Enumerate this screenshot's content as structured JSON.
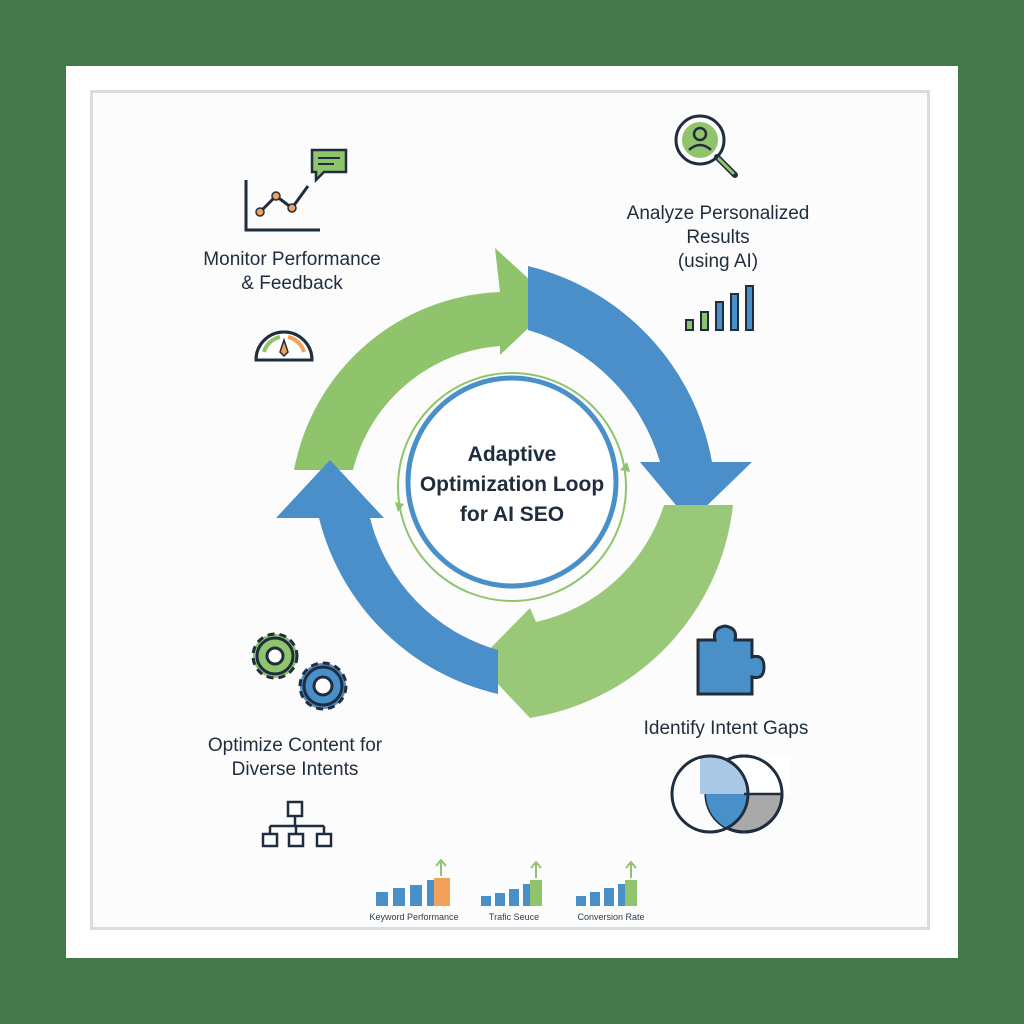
{
  "center": {
    "line1": "Adaptive",
    "line2": "Optimization Loop",
    "line3": "for AI SEO"
  },
  "steps": {
    "analyze": {
      "line1": "Analyze Personalized",
      "line2": "Results",
      "line3": "(using AI)"
    },
    "identify": {
      "line1": "Identify Intent Gaps"
    },
    "optimize": {
      "line1": "Optimize Content for",
      "line2": "Diverse Intents"
    },
    "monitor": {
      "line1": "Monitor Performance",
      "line2": "& Feedback"
    }
  },
  "mini_charts": {
    "keyword": {
      "label": "Keyword Performance"
    },
    "traffic": {
      "label": "Trafic Seuce"
    },
    "conversion": {
      "label": "Conversion Rate"
    }
  },
  "colors": {
    "green": "#8fc46d",
    "blue": "#4a90c8",
    "navy": "#1f2d3d",
    "orange": "#f2a05a",
    "background": "#44784a"
  }
}
